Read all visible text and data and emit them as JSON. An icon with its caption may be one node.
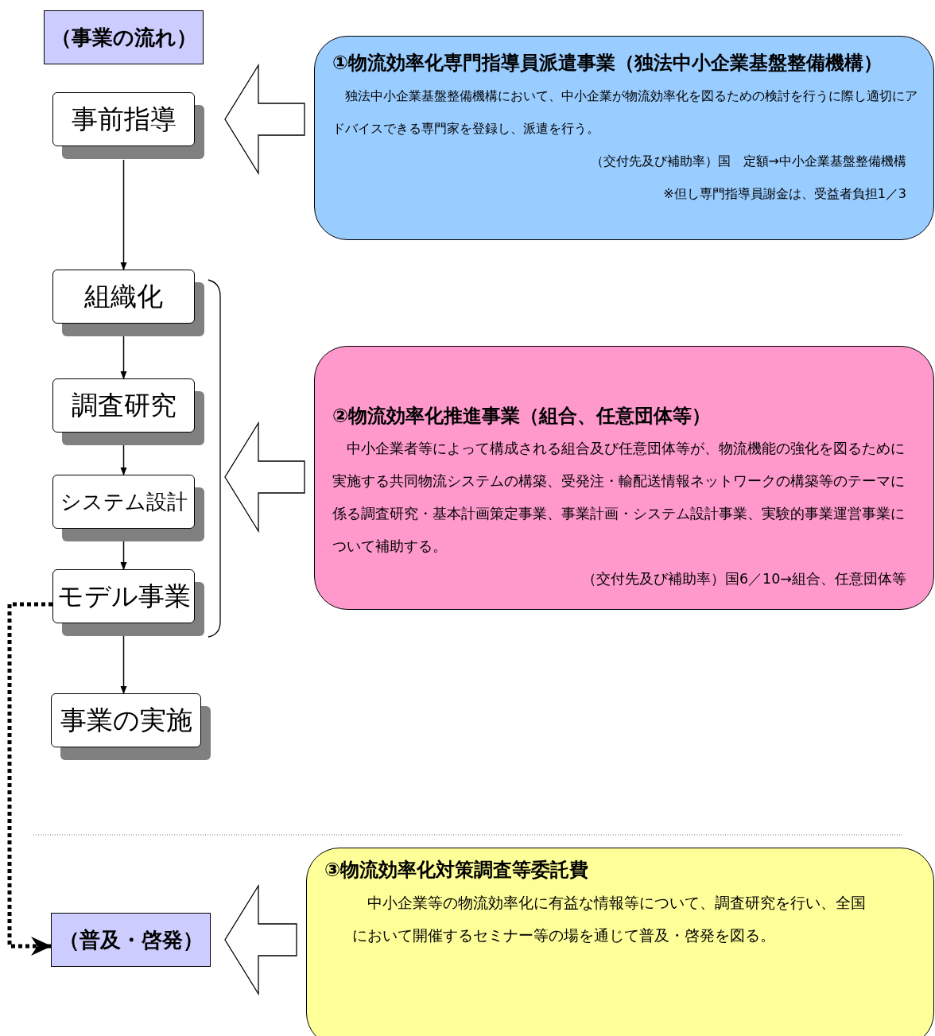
{
  "diagram": {
    "nodes": [
      {
        "text": [
          "（事業の流れ）"
        ]
      },
      {
        "text": [
          "事前指導"
        ]
      },
      {
        "text": [
          "組織化"
        ]
      },
      {
        "text": [
          "調査研究"
        ]
      },
      {
        "text": [
          "システム設計"
        ]
      },
      {
        "text": [
          "モデル事業"
        ]
      },
      {
        "text": [
          "事業の実施"
        ]
      },
      {
        "text": [
          "（普及・啓発）"
        ]
      },
      {
        "text": [
          "①物流効率化専門指導員派遣事業（独法中小企業基盤整備機構）",
          "独法中小企業基盤整備機構において、中小企業が物流効率化を図るための検討を行うに際し適切にアドバイスできる専門家を登録し、派遣を行う。",
          "（交付先及び補助率）国　定額→中小企業基盤整備機構",
          "※但し専門指導員謝金は、受益者負担1／3"
        ]
      },
      {
        "text": [
          "②物流効率化推進事業（組合、任意団体等）",
          "中小企業者等によって構成される組合及び任意団体等が、物流機能の強化を図るために実施する共同物流システムの構築、受発注・輸配送情報ネットワークの構築等のテーマに係る調査研究・基本計画策定事業、事業計画・システム設計事業、実験的事業運営事業について補助する。",
          "（交付先及び補助率）国6／10→組合、任意団体等"
        ]
      },
      {
        "text": [
          "③物流効率化対策調査等委託費",
          "中小企業等の物流効率化に有益な情報等について、調査研究を行い、全国において開催するセミナー等の場を通じて普及・啓発を図る。"
        ]
      }
    ],
    "edges": [
      {
        "from": 1,
        "to": 2,
        "arrow": "to"
      },
      {
        "from": 2,
        "to": 3,
        "arrow": "to"
      },
      {
        "from": 3,
        "to": 4,
        "arrow": "to"
      },
      {
        "from": 4,
        "to": 5,
        "arrow": "to"
      },
      {
        "from": 5,
        "to": 6,
        "arrow": "to"
      },
      {
        "from": 5,
        "to": 7,
        "arrow": "to",
        "style": "dashed"
      },
      {
        "from": 8,
        "to": 1,
        "arrow": "to",
        "style": "thick"
      },
      {
        "from": 9,
        "to": null,
        "arrow": "to",
        "style": "thick"
      },
      {
        "from": 10,
        "to": 7,
        "arrow": "to",
        "style": "thick"
      }
    ]
  }
}
